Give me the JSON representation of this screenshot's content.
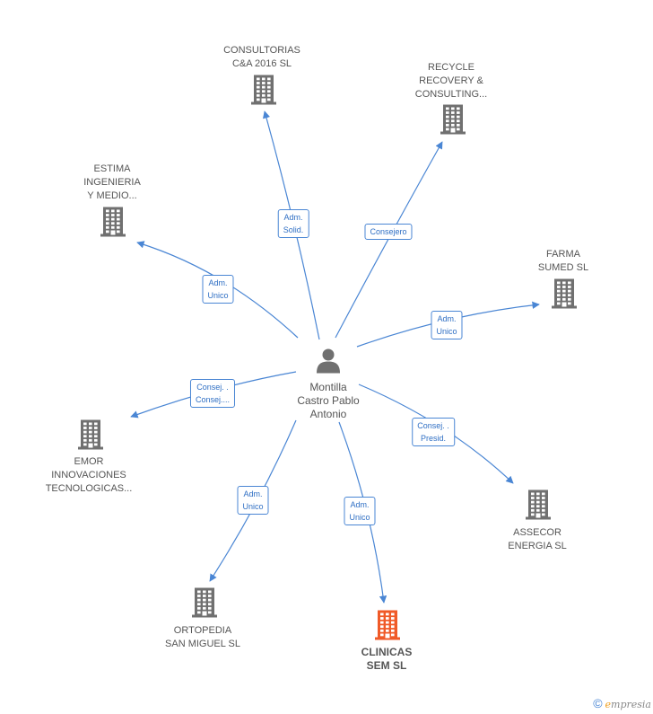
{
  "colors": {
    "edge": "#4a86d4",
    "building": "#707070",
    "building_highlight": "#f05a28",
    "person": "#707070"
  },
  "center": {
    "name": "Montilla\nCastro Pablo\nAntonio",
    "icon": "person-icon"
  },
  "nodes": [
    {
      "id": "consultorias",
      "label": "CONSULTORIAS\nC&A 2016  SL",
      "icon": "building-icon",
      "highlight": false
    },
    {
      "id": "recycle",
      "label": "RECYCLE\nRECOVERY &\nCONSULTING...",
      "icon": "building-icon",
      "highlight": false
    },
    {
      "id": "estima",
      "label": "ESTIMA\nINGENIERIA\nY MEDIO...",
      "icon": "building-icon",
      "highlight": false
    },
    {
      "id": "farma",
      "label": "FARMA\nSUMED  SL",
      "icon": "building-icon",
      "highlight": false
    },
    {
      "id": "emor",
      "label": "EMOR\nINNOVACIONES\nTECNOLOGICAS...",
      "icon": "building-icon",
      "highlight": false
    },
    {
      "id": "assecor",
      "label": "ASSECOR\nENERGIA SL",
      "icon": "building-icon",
      "highlight": false
    },
    {
      "id": "ortopedia",
      "label": "ORTOPEDIA\nSAN MIGUEL  SL",
      "icon": "building-icon",
      "highlight": false
    },
    {
      "id": "clinicas",
      "label": "CLINICAS\nSEM  SL",
      "icon": "building-icon",
      "highlight": true
    }
  ],
  "edges": [
    {
      "to": "consultorias",
      "label": "Adm.\nSolid."
    },
    {
      "to": "recycle",
      "label": "Consejero"
    },
    {
      "to": "estima",
      "label": "Adm.\nUnico"
    },
    {
      "to": "farma",
      "label": "Adm.\nUnico"
    },
    {
      "to": "emor",
      "label": "Consej. .\nConsej...."
    },
    {
      "to": "assecor",
      "label": "Consej. .\nPresid."
    },
    {
      "to": "ortopedia",
      "label": "Adm.\nUnico"
    },
    {
      "to": "clinicas",
      "label": "Adm.\nUnico"
    }
  ],
  "footer": {
    "copyright": "©",
    "brand_first": "e",
    "brand_rest": "mpresia"
  }
}
